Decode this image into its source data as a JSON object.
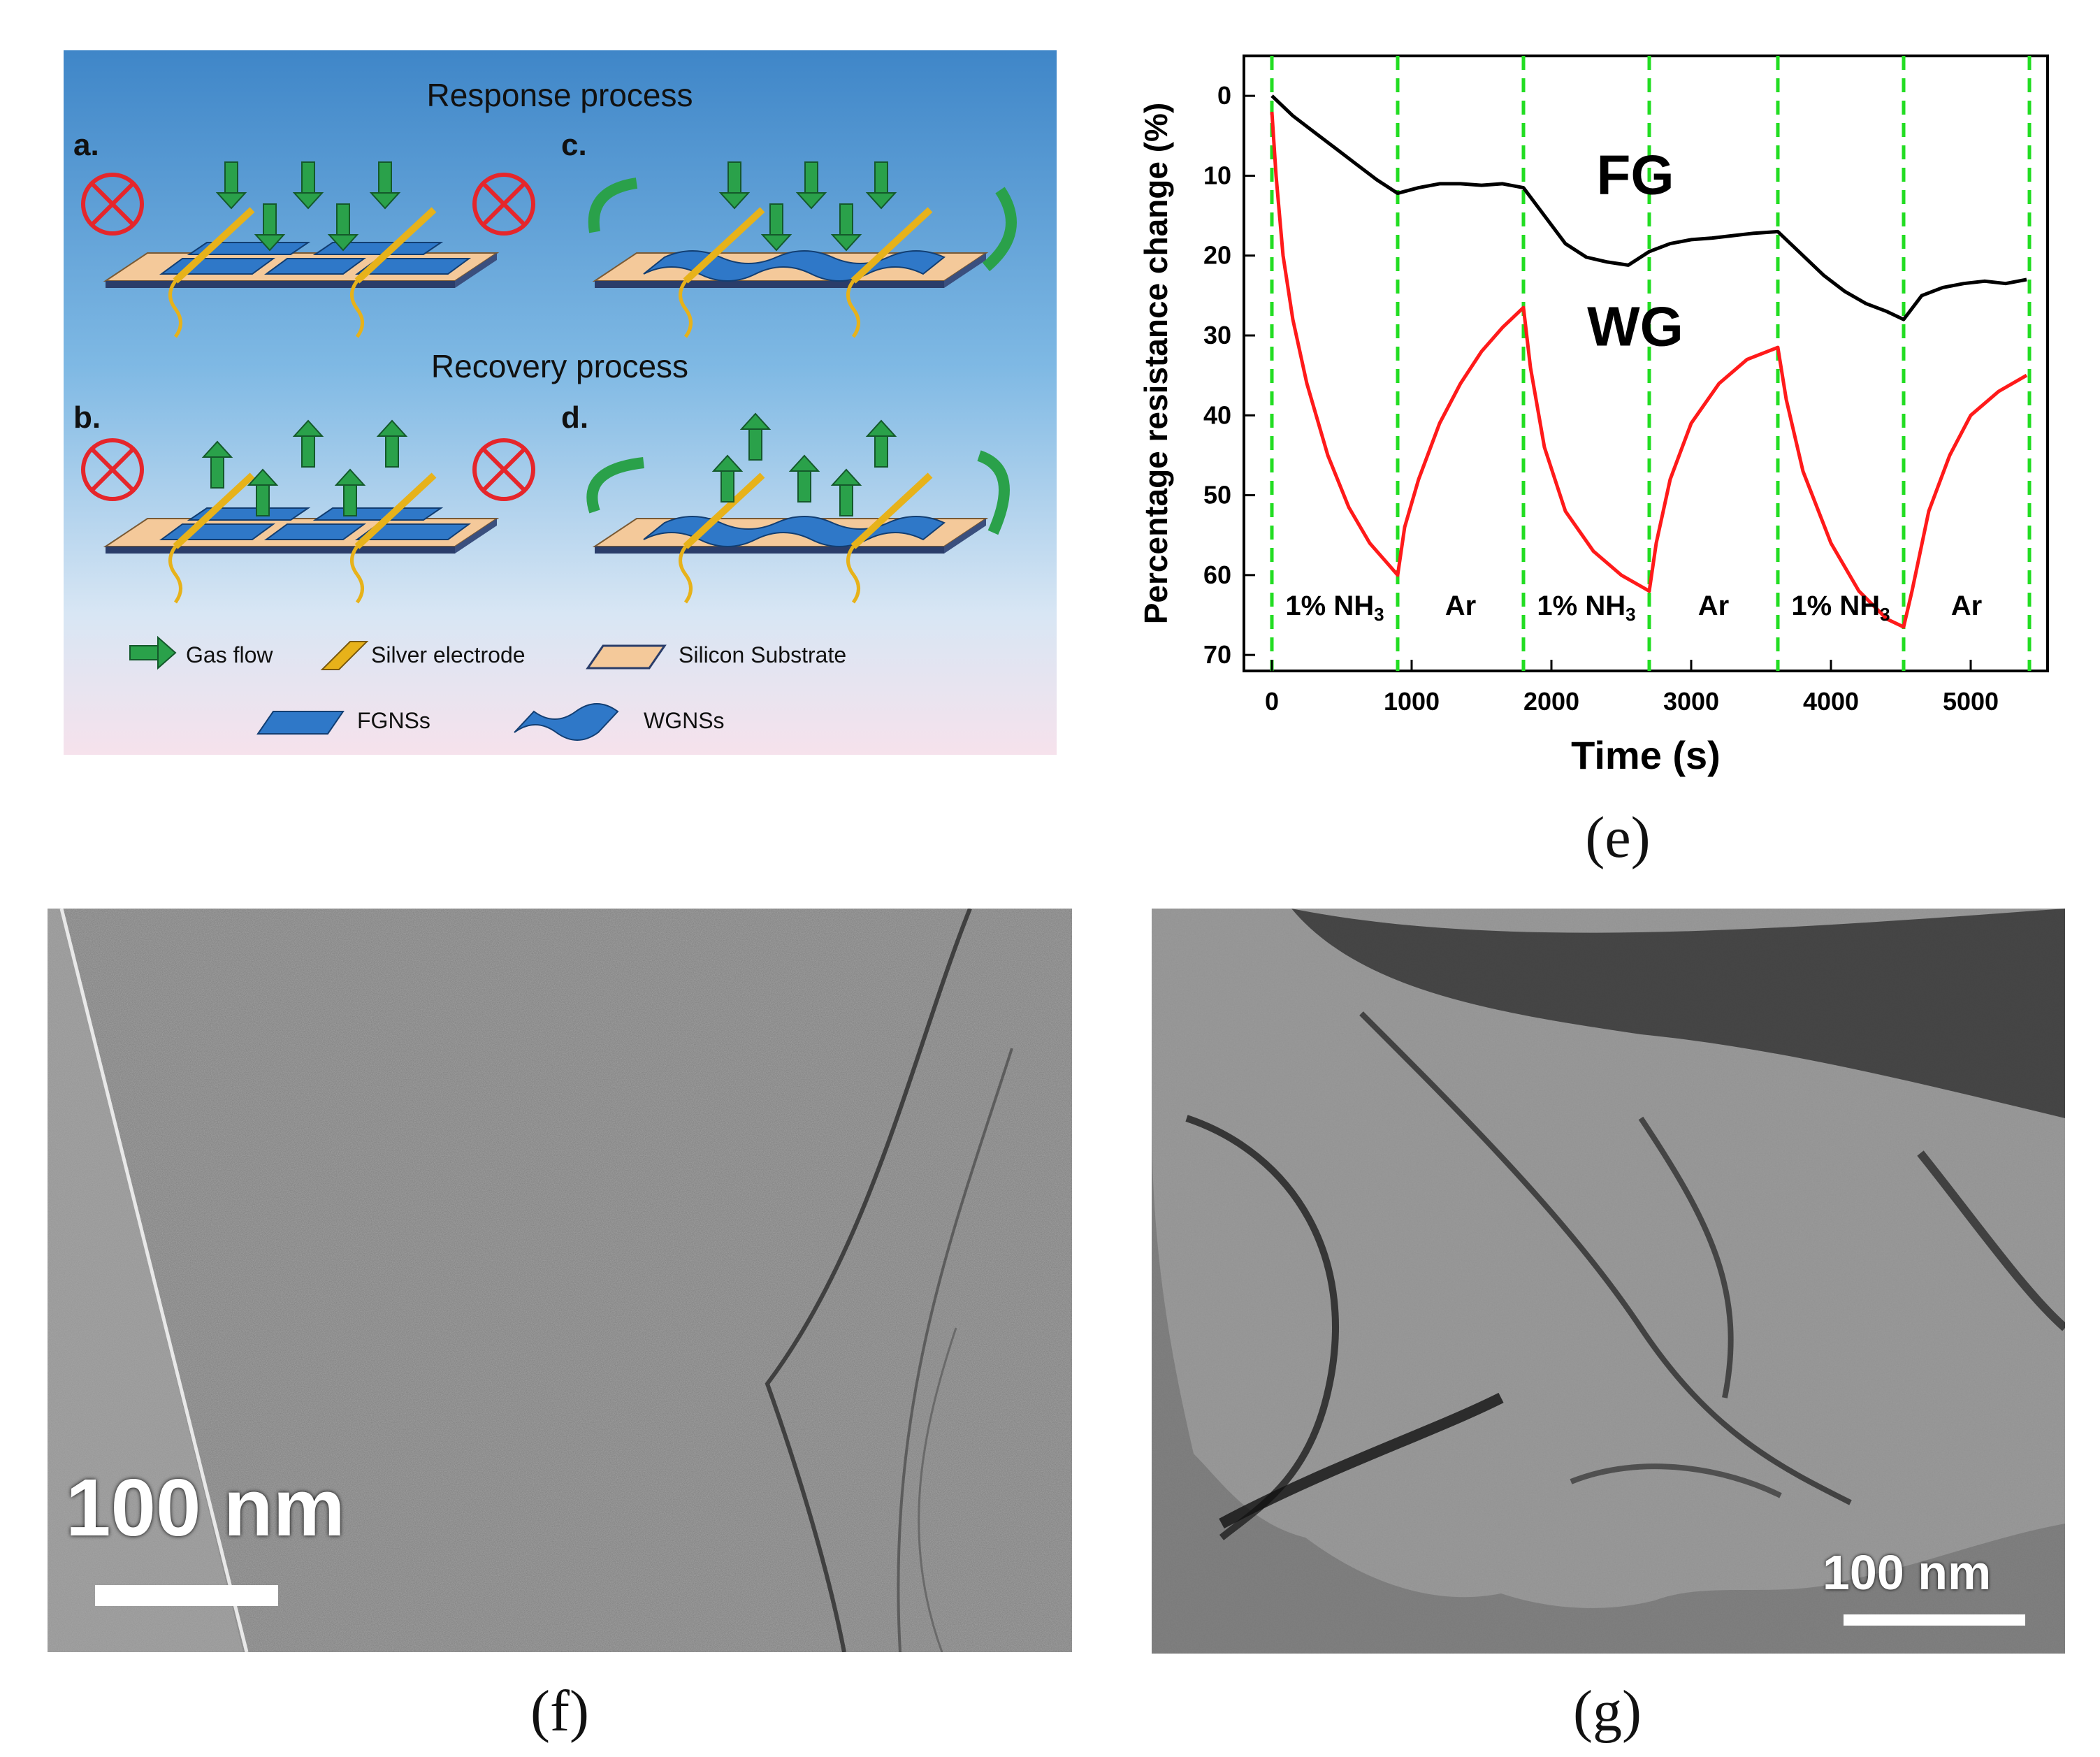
{
  "schematic": {
    "response_title": "Response process",
    "recovery_title": "Recovery process",
    "labels": [
      "a.",
      "b.",
      "c.",
      "d."
    ],
    "legend": {
      "gas_flow": "Gas flow",
      "silver_electrode": "Silver electrode",
      "silicon_substrate": "Silicon Substrate",
      "fgns": "FGNSs",
      "wgns": "WGNSs"
    },
    "colors": {
      "bg_top": "#3f86c8",
      "bg_bottom": "#f6e2ec",
      "sheet": "#2f78c8",
      "substrate": "#f4c99a",
      "electrode": "#e7b21a",
      "arrow": "#2aa14a",
      "forbid": "#e5262b"
    }
  },
  "chart_data": {
    "type": "line",
    "title": "",
    "xlabel": "Time (s)",
    "ylabel": "Percentage resistance change (%)",
    "xlim": [
      -200,
      5550
    ],
    "ylim": [
      -5,
      72
    ],
    "y_inverted": true,
    "xticks": [
      0,
      1000,
      2000,
      3000,
      4000,
      5000
    ],
    "yticks": [
      0,
      10,
      20,
      30,
      40,
      50,
      60,
      70
    ],
    "vlines": [
      0,
      900,
      1800,
      2700,
      3620,
      4520,
      5420
    ],
    "vline_color": "#22dd22",
    "segments": [
      {
        "label": "1% NH",
        "sub": "3",
        "x": 450
      },
      {
        "label": "Ar",
        "sub": "",
        "x": 1350
      },
      {
        "label": "1% NH",
        "sub": "3",
        "x": 2250
      },
      {
        "label": "Ar",
        "sub": "",
        "x": 3160
      },
      {
        "label": "1% NH",
        "sub": "3",
        "x": 4070
      },
      {
        "label": "Ar",
        "sub": "",
        "x": 4970
      }
    ],
    "series": [
      {
        "name": "FG",
        "color": "#000000",
        "x": [
          0,
          150,
          300,
          450,
          600,
          750,
          900,
          1050,
          1200,
          1350,
          1500,
          1650,
          1800,
          1950,
          2100,
          2250,
          2400,
          2550,
          2700,
          2850,
          3000,
          3150,
          3300,
          3450,
          3620,
          3800,
          3950,
          4100,
          4250,
          4400,
          4520,
          4650,
          4800,
          4950,
          5100,
          5250,
          5400
        ],
        "y": [
          0,
          2.5,
          4.5,
          6.5,
          8.5,
          10.5,
          12.2,
          11.5,
          11,
          11,
          11.2,
          11,
          11.5,
          15,
          18.5,
          20.2,
          20.8,
          21.2,
          19.5,
          18.5,
          18,
          17.8,
          17.5,
          17.2,
          17,
          20,
          22.5,
          24.5,
          26,
          27,
          28,
          25,
          24,
          23.5,
          23.2,
          23.5,
          23
        ]
      },
      {
        "name": "WG",
        "color": "#ff1a1a",
        "x": [
          0,
          30,
          80,
          150,
          250,
          400,
          550,
          700,
          850,
          900,
          950,
          1050,
          1200,
          1350,
          1500,
          1650,
          1800,
          1850,
          1950,
          2100,
          2300,
          2500,
          2650,
          2700,
          2750,
          2850,
          3000,
          3200,
          3400,
          3620,
          3680,
          3800,
          4000,
          4200,
          4400,
          4520,
          4580,
          4700,
          4850,
          5000,
          5200,
          5400
        ],
        "y": [
          2,
          10,
          20,
          28,
          36,
          45,
          51.5,
          56,
          59,
          60,
          54,
          48,
          41,
          36,
          32,
          29,
          26.5,
          34,
          44,
          52,
          57,
          60,
          61.5,
          62,
          56,
          48,
          41,
          36,
          33,
          31.5,
          38,
          47,
          56,
          62,
          65.5,
          66.5,
          62,
          52,
          45,
          40,
          37,
          35
        ]
      }
    ],
    "annotations": [
      {
        "text": "FG",
        "x": 2600,
        "y": 10
      },
      {
        "text": "WG",
        "x": 2600,
        "y": 29
      }
    ]
  },
  "tem_f": {
    "scale_text": "100 nm"
  },
  "tem_g": {
    "scale_text": "100 nm"
  },
  "captions": {
    "e": "(e)",
    "f": "(f)",
    "g": "(g)"
  }
}
